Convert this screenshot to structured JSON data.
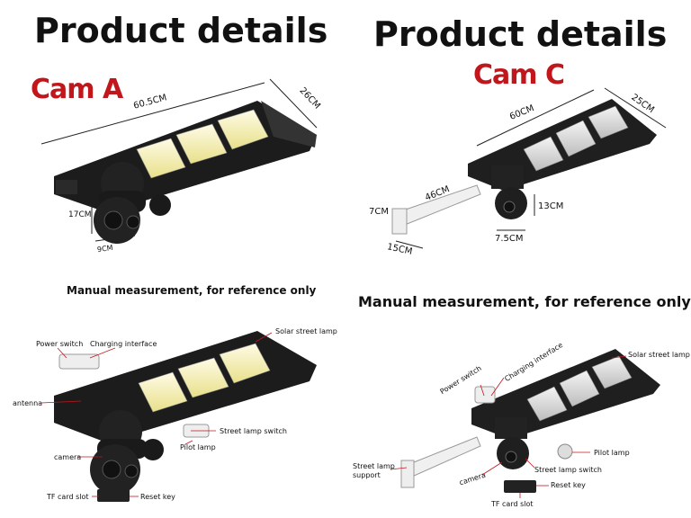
{
  "panelA": {
    "title": "Product details",
    "cam_label": "Cam A",
    "dims": {
      "length": "60.5CM",
      "width": "26CM",
      "height": "17CM",
      "depth": "9CM"
    },
    "note": "Manual measurement, for reference only",
    "labels": {
      "power_switch": "Power switch",
      "charging_interface": "Charging interface",
      "solar_street_lamp": "Solar street lamp",
      "antenna": "antenna",
      "street_lamp_switch": "Street lamp switch",
      "pilot_lamp": "Pilot lamp",
      "camera": "camera",
      "tf_card_slot": "TF card slot",
      "reset_key": "Reset key"
    }
  },
  "panelC": {
    "title": "Product details",
    "cam_label": "Cam C",
    "dims": {
      "length": "60CM",
      "width": "25CM",
      "arm": "46CM",
      "cam_height": "13CM",
      "cam_width": "7.5CM",
      "bracket_h": "7CM",
      "bracket_w": "15CM"
    },
    "note": "Manual measurement, for reference only",
    "labels": {
      "power_switch": "Power switch",
      "charging_interface": "Charging interface",
      "solar_street_lamp": "Solar street lamp",
      "pilot_lamp": "Pilot lamp",
      "street_lamp_support": "Street lamp\nsupport",
      "camera": "camera",
      "street_lamp_switch": "Street lamp switch",
      "reset_key": "Reset key",
      "tf_card_slot": "TF card slot"
    }
  }
}
